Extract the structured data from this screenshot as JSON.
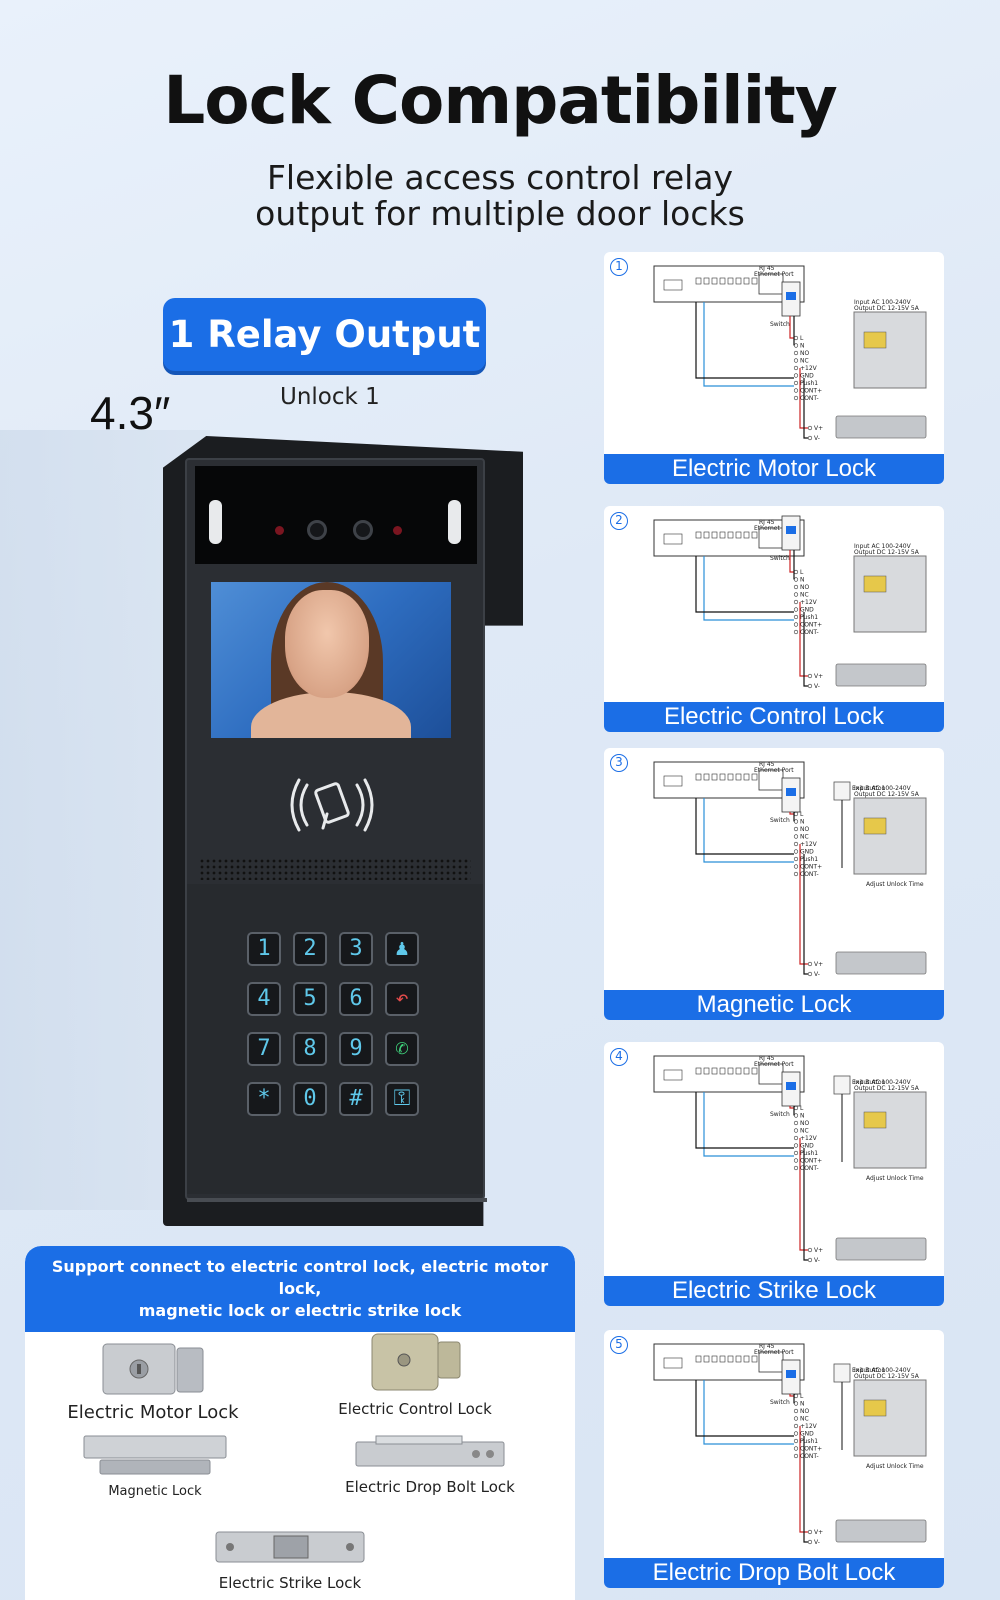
{
  "header": {
    "title": "Lock Compatibility",
    "subtitle_line1": "Flexible access control relay",
    "subtitle_line2": "output for multiple door locks"
  },
  "device": {
    "relay_badge": "1 Relay Output",
    "screen_size": "4.3″",
    "unlock_label": "Unlock 1",
    "keys": [
      "1",
      "2",
      "3",
      "♟",
      "4",
      "5",
      "6",
      "↶",
      "7",
      "8",
      "9",
      "✆",
      "*",
      "0",
      "#",
      "⚿"
    ]
  },
  "support": {
    "line1": "Support connect to electric control lock, electric motor lock,",
    "line2": "magnetic lock or electric strike lock",
    "items": [
      "Electric Motor Lock",
      "Electric Control Lock",
      "Magnetic Lock",
      "Electric Drop Bolt Lock",
      "Electric Strike Lock"
    ]
  },
  "cards": [
    {
      "num": "1",
      "caption": "Electric Motor Lock"
    },
    {
      "num": "2",
      "caption": "Electric Control Lock"
    },
    {
      "num": "3",
      "caption": "Magnetic Lock"
    },
    {
      "num": "4",
      "caption": "Electric Strike Lock"
    },
    {
      "num": "5",
      "caption": "Electric Drop Bolt Lock"
    }
  ],
  "diagram": {
    "rj45": "RJ 45",
    "ethernet": "Ethernet Port",
    "switch": "Switch",
    "input": "Input AC 100-240V",
    "output": "Output DC 12-15V 5A",
    "exit_button": "Exit Button",
    "adjust": "Adjust Unlock Time",
    "terminals": [
      "L",
      "N",
      "NO",
      "NC",
      "+12V",
      "GND",
      "Push1",
      "CONT+",
      "CONT-"
    ],
    "lock_terminals": [
      "V+",
      "V-"
    ]
  },
  "colors": {
    "accent": "#1b6ee6"
  }
}
